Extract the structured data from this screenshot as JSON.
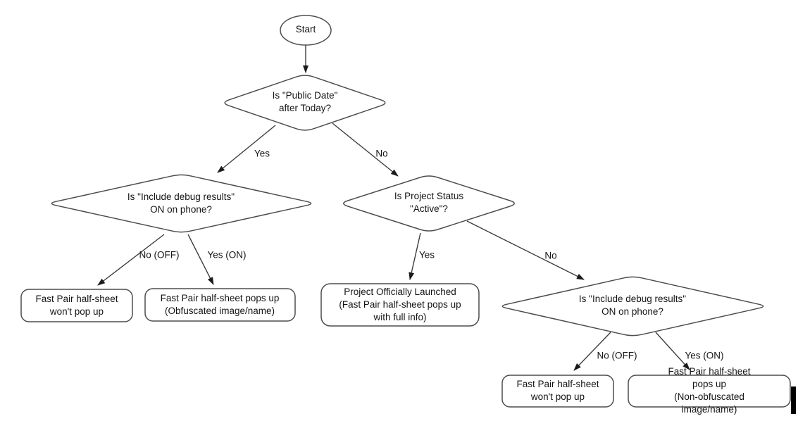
{
  "background": "#ffffff",
  "colors": {
    "shape_border": "#4d4d4d",
    "shape_fill": "#ffffff",
    "connector_line": "#3d3d3d",
    "arrowhead": "#1a1a1a",
    "text": "#141414",
    "cursor_bar": "#000000"
  },
  "flowchart": {
    "type": "decision-tree",
    "nodes": {
      "start": {
        "shape": "ellipse",
        "label": "Start"
      },
      "d_public_date": {
        "shape": "decision-diamond",
        "label": "Is \"Public Date\"\nafter Today?"
      },
      "d_debug_left": {
        "shape": "decision-diamond",
        "label": "Is \"Include debug results\"\nON on phone?"
      },
      "d_project_status": {
        "shape": "decision-diamond",
        "label": "Is Project Status\n\"Active\"?"
      },
      "d_debug_right": {
        "shape": "decision-diamond",
        "label": "Is \"Include debug results\"\nON on phone?"
      },
      "r_no_popup_left": {
        "shape": "rounded-rect",
        "label": "Fast Pair half-sheet\nwon't pop up"
      },
      "r_obfuscated": {
        "shape": "rounded-rect",
        "label": "Fast Pair half-sheet pops up\n(Obfuscated image/name)"
      },
      "r_launched": {
        "shape": "rounded-rect",
        "label": "Project Officially Launched\n(Fast Pair half-sheet pops up\nwith full info)"
      },
      "r_no_popup_right": {
        "shape": "rounded-rect",
        "label": "Fast Pair half-sheet\nwon't pop up"
      },
      "r_non_obfuscated": {
        "shape": "rounded-rect",
        "label": "Fast Pair half-sheet pops up\n(Non-obfuscated image/name)"
      }
    },
    "edges": {
      "public_date_yes": {
        "from": "d_public_date",
        "to": "d_debug_left",
        "label": "Yes"
      },
      "public_date_no": {
        "from": "d_public_date",
        "to": "d_project_status",
        "label": "No"
      },
      "debug_left_no": {
        "from": "d_debug_left",
        "to": "r_no_popup_left",
        "label": "No (OFF)"
      },
      "debug_left_yes": {
        "from": "d_debug_left",
        "to": "r_obfuscated",
        "label": "Yes (ON)"
      },
      "status_yes": {
        "from": "d_project_status",
        "to": "r_launched",
        "label": "Yes"
      },
      "status_no": {
        "from": "d_project_status",
        "to": "d_debug_right",
        "label": "No"
      },
      "debug_right_no": {
        "from": "d_debug_right",
        "to": "r_no_popup_right",
        "label": "No (OFF)"
      },
      "debug_right_yes": {
        "from": "d_debug_right",
        "to": "r_non_obfuscated",
        "label": "Yes (ON)"
      }
    }
  }
}
